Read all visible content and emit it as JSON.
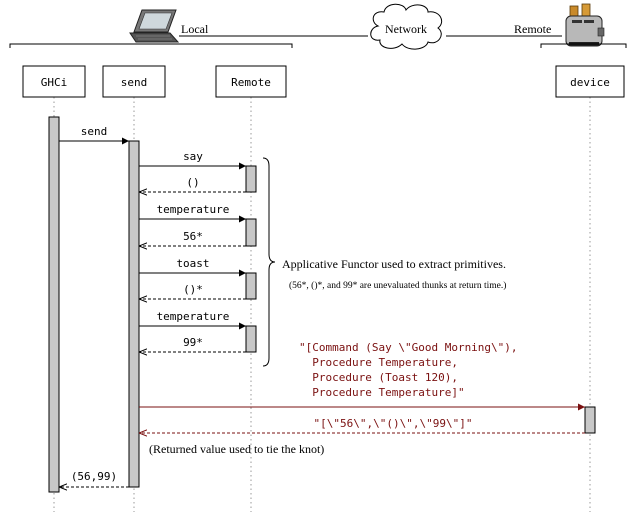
{
  "header": {
    "local_label": "Local",
    "network_label": "Network",
    "remote_label": "Remote"
  },
  "participants": [
    "GHCi",
    "send",
    "Remote",
    "device"
  ],
  "messages": {
    "send": "send",
    "say": "say",
    "say_ret": "()",
    "temp1": "temperature",
    "temp1_ret": "56*",
    "toast": "toast",
    "toast_ret": "()*",
    "temp2": "temperature",
    "temp2_ret": "99*",
    "final_ret": "(56,99)"
  },
  "annotations": {
    "brace_label": "Applicative Functor used to extract primitives.",
    "brace_note": "(56*, ()*, and 99* are unevaluated thunks at return time.)",
    "packet_lines": [
      "\"[Command (Say \\\"Good Morning\\\"),",
      "  Procedure Temperature,",
      "  Procedure (Toast 120),",
      "  Procedure Temperature]\""
    ],
    "device_reply": "\"[\\\"56\\\",\\\"()\\\",\\\"99\\\"]\"",
    "tie_knot": "(Returned value used to tie the knot)"
  },
  "colors": {
    "remote_msg": "#7a1010",
    "activation": "#c8c8c8"
  },
  "icons": [
    "laptop-icon",
    "cloud-icon",
    "toaster-icon"
  ]
}
